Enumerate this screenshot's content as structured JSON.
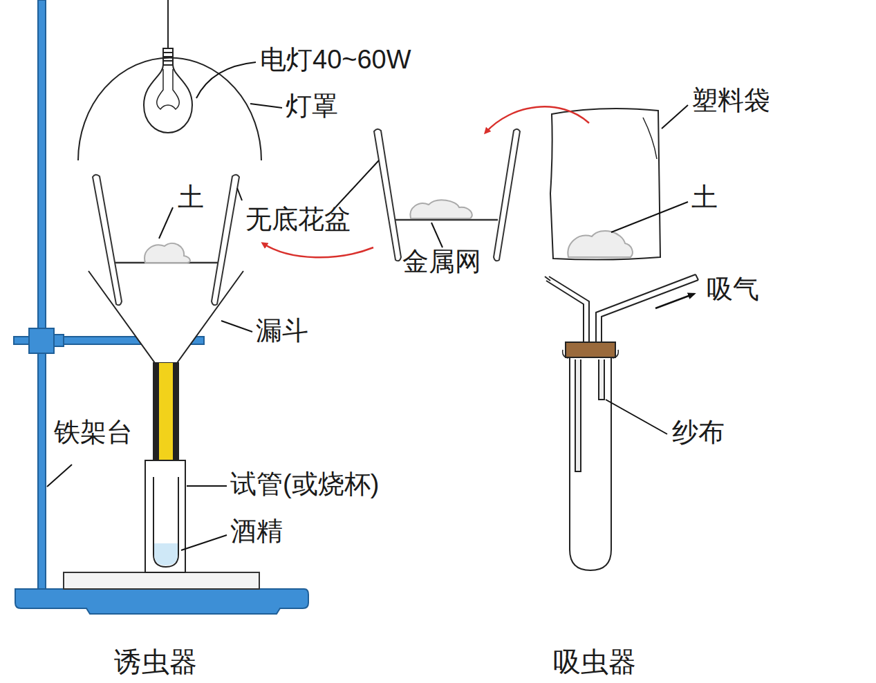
{
  "diagram": {
    "labels": [
      "电灯40~60W",
      "灯罩",
      "塑料袋",
      "土",
      "无底花盆",
      "土",
      "金属网",
      "漏斗",
      "吸气",
      "铁架台",
      "纱布",
      "试管(或烧杯)",
      "酒精",
      "诱虫器",
      "吸虫器"
    ]
  }
}
